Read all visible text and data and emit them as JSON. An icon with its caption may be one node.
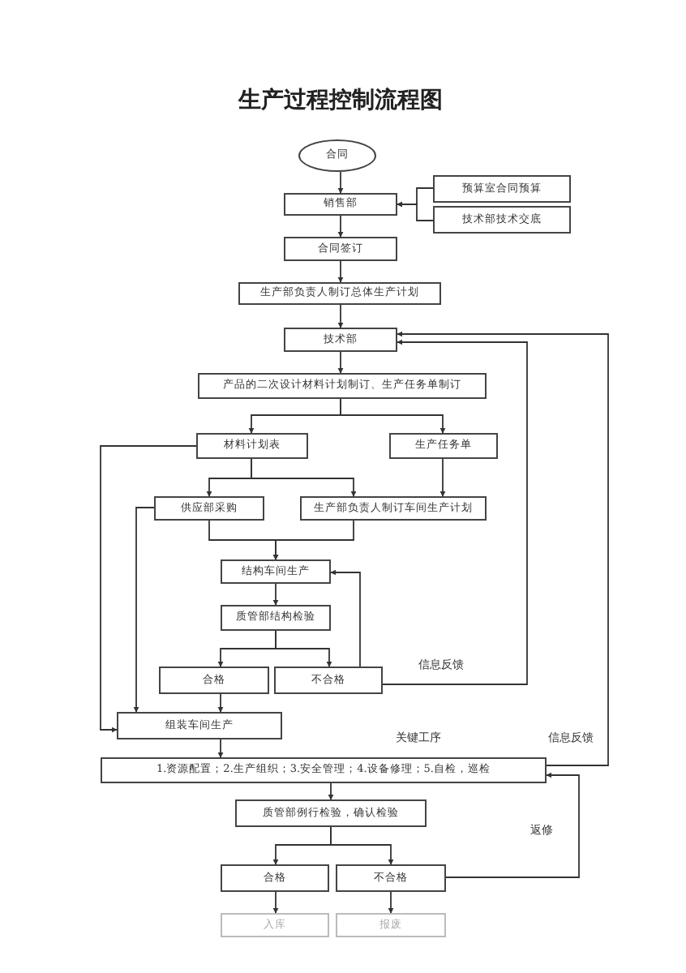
{
  "diagram": {
    "title": "生产过程控制流程图",
    "nodes": [
      {
        "text": [
          "合同"
        ]
      },
      {
        "text": [
          "销售部"
        ]
      },
      {
        "text": [
          "预算室合同预算"
        ]
      },
      {
        "text": [
          "技术部技术交底"
        ]
      },
      {
        "text": [
          "合同签订"
        ]
      },
      {
        "text": [
          "生产部负责人制订总体生产计划"
        ]
      },
      {
        "text": [
          "技术部"
        ]
      },
      {
        "text": [
          "产品的二次设计材料计划制订、生产任务单制订"
        ]
      },
      {
        "text": [
          "材料计划表"
        ]
      },
      {
        "text": [
          "生产任务单"
        ]
      },
      {
        "text": [
          "供应部采购"
        ]
      },
      {
        "text": [
          "生产部负责人制订车间生产计划"
        ]
      },
      {
        "text": [
          "结构车间生产"
        ]
      },
      {
        "text": [
          "质管部结构检验"
        ]
      },
      {
        "text": [
          "合格"
        ]
      },
      {
        "text": [
          "不合格"
        ]
      },
      {
        "text": [
          "组装车间生产"
        ]
      },
      {
        "text": [
          "1.资源配置；2.生产组织；3.安全管理；4.设备修理；5.自检，巡检"
        ]
      },
      {
        "text": [
          "质管部例行检验，确认检验"
        ]
      },
      {
        "text": [
          "合格"
        ]
      },
      {
        "text": [
          "不合格"
        ]
      },
      {
        "text": [
          "入库"
        ]
      },
      {
        "text": [
          "报废"
        ]
      }
    ],
    "edges": [
      {
        "from": 0,
        "to": 1,
        "arrow": "to"
      },
      {
        "from": 2,
        "to": 1,
        "arrow": "to"
      },
      {
        "from": 3,
        "to": 1,
        "arrow": "to"
      },
      {
        "from": 1,
        "to": 4,
        "arrow": "to"
      },
      {
        "from": 4,
        "to": 5,
        "arrow": "to"
      },
      {
        "from": 5,
        "to": 6,
        "arrow": "to"
      },
      {
        "from": 6,
        "to": 7,
        "arrow": "to"
      },
      {
        "from": 7,
        "to": 8,
        "arrow": "to"
      },
      {
        "from": 7,
        "to": 9,
        "arrow": "to"
      },
      {
        "from": 8,
        "to": 10,
        "arrow": "to"
      },
      {
        "from": 8,
        "to": 11,
        "arrow": "to"
      },
      {
        "from": 9,
        "to": 11,
        "arrow": "to"
      },
      {
        "from": 10,
        "to": 12,
        "arrow": "to"
      },
      {
        "from": 11,
        "to": 12,
        "arrow": "to"
      },
      {
        "from": 12,
        "to": 13,
        "arrow": "to"
      },
      {
        "from": 13,
        "to": 14,
        "arrow": "to"
      },
      {
        "from": 13,
        "to": 15,
        "arrow": "to"
      },
      {
        "from": 15,
        "to": 12,
        "arrow": "to"
      },
      {
        "from": 15,
        "to": 6,
        "arrow": "to",
        "label": "信息反馈"
      },
      {
        "from": 14,
        "to": 16,
        "arrow": "to"
      },
      {
        "from": 8,
        "to": 16,
        "arrow": "to"
      },
      {
        "from": 10,
        "to": 16,
        "arrow": "to"
      },
      {
        "from": 16,
        "to": 17,
        "arrow": "to"
      },
      {
        "from": 17,
        "to": 6,
        "arrow": "to",
        "label": "信息反馈"
      },
      {
        "from": 17,
        "to": 18,
        "arrow": "to"
      },
      {
        "from": 18,
        "to": 19,
        "arrow": "to"
      },
      {
        "from": 18,
        "to": 20,
        "arrow": "to"
      },
      {
        "from": 20,
        "to": 17,
        "arrow": "to",
        "label": "返修"
      },
      {
        "from": 19,
        "to": 21,
        "arrow": "to"
      },
      {
        "from": 20,
        "to": 22,
        "arrow": "to"
      }
    ],
    "labels": [
      "关键工序"
    ]
  }
}
